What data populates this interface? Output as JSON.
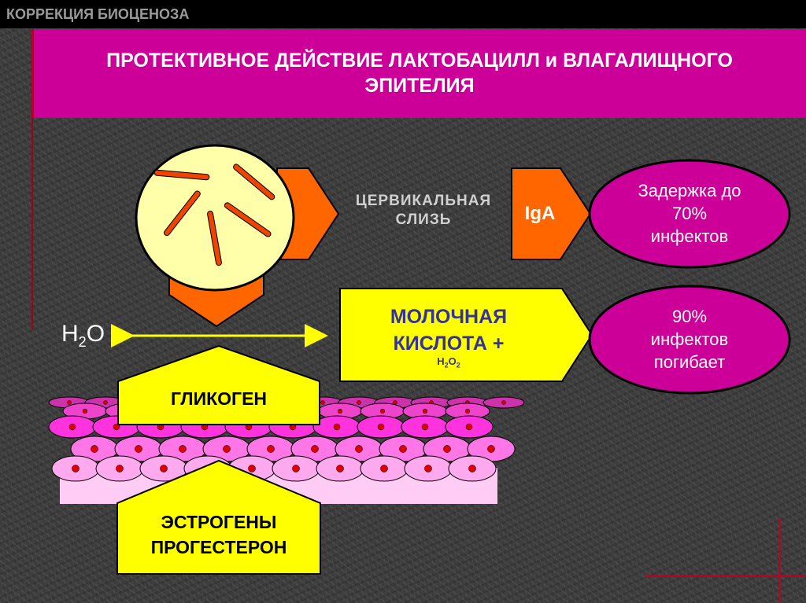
{
  "header": {
    "title": "КОРРЕКЦИЯ БИОЦЕНОЗА"
  },
  "banner": {
    "title": "ПРОТЕКТИВНОЕ   ДЕЙСТВИЕ  ЛАКТОБАЦИЛЛ и ВЛАГАЛИЩНОГО ЭПИТЕЛИЯ"
  },
  "labels": {
    "cervical": "ЦЕРВИКАЛЬНАЯ СЛИЗЬ",
    "iga": "IgA",
    "water_main": "H",
    "water_sub": "2",
    "water_tail": "O",
    "lactic_line1": "МОЛОЧНАЯ",
    "lactic_line2": "КИСЛОТА +",
    "h2o2_h": "H",
    "h2o2_2a": "2",
    "h2o2_o": "O",
    "h2o2_2b": "2",
    "glycogen": "ГЛИКОГЕН",
    "estrogen_line1": "ЭСТРОГЕНЫ",
    "estrogen_line2": "ПРОГЕСТЕРОН",
    "delay_line1": "Задержка до",
    "delay_line2": "70%",
    "delay_line3": "инфектов",
    "kill_line1": "90%",
    "kill_line2": "инфектов",
    "kill_line3": "погибает"
  },
  "colors": {
    "magenta": "#cc0099",
    "orange": "#ff6600",
    "yellow": "#ffff00",
    "circle_fill": "#ffffaa",
    "bacteria": "#ee4400",
    "cell_pink": "#ff66dd",
    "cell_light": "#ffb3ee"
  }
}
